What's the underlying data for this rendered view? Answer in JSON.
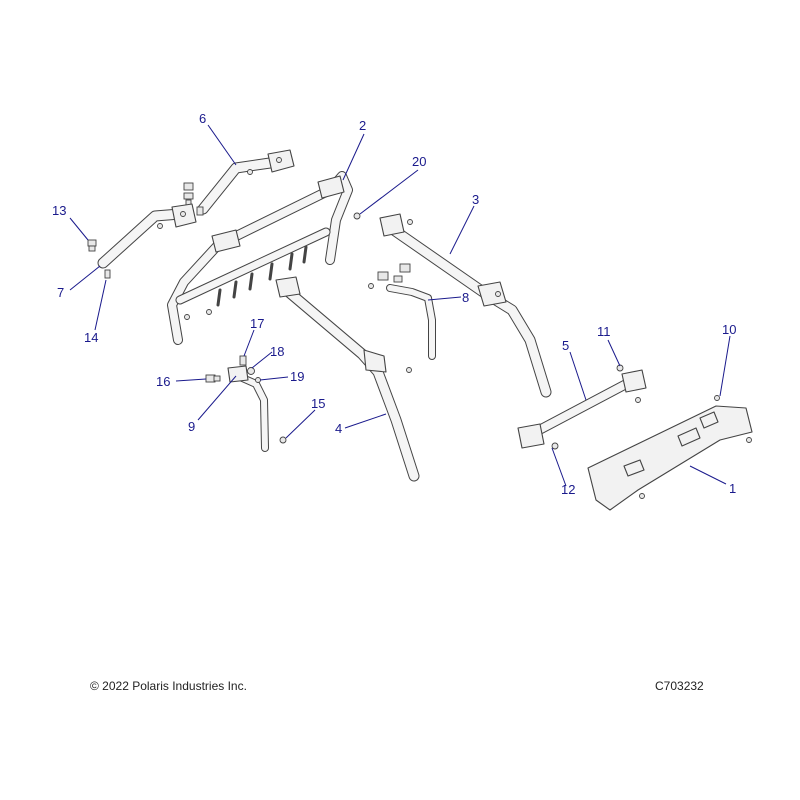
{
  "footer": {
    "copyright": "© 2022 Polaris Industries Inc.",
    "figure_id": "C703232"
  },
  "callouts": {
    "c1": "1",
    "c2": "2",
    "c3": "3",
    "c4": "4",
    "c5": "5",
    "c6": "6",
    "c7": "7",
    "c8": "8",
    "c9": "9",
    "c10": "10",
    "c11": "11",
    "c12": "12",
    "c13": "13",
    "c14": "14",
    "c15": "15",
    "c16": "16",
    "c17": "17",
    "c18": "18",
    "c19": "19",
    "c20": "20"
  },
  "colors": {
    "callout": "#1a1a8c",
    "line": "#444444"
  }
}
